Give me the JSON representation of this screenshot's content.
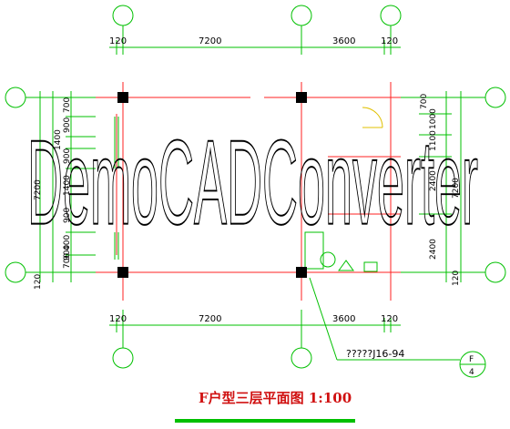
{
  "drawing": {
    "title": "F户型三层平面图  1:100",
    "watermark": "DemoCADConverter",
    "callout_label": "?????J16-94",
    "detail_marker": {
      "top": "F",
      "bottom": "4"
    },
    "top_dims": [
      "120",
      "7200",
      "3600",
      "120"
    ],
    "bottom_dims": [
      "120",
      "7200",
      "3600",
      "120"
    ],
    "left_dims": [
      "700",
      "900",
      "1400",
      "900",
      "7200",
      "1400",
      "900",
      "400",
      "700",
      "900",
      "120"
    ],
    "right_dims": [
      "700",
      "1000",
      "1100",
      "2400",
      "7200",
      "2400",
      "120"
    ],
    "colors": {
      "grid_line": "#00c000",
      "wall_line": "#ff2020",
      "column": "#000000",
      "title": "#d01010",
      "door_swing": "#e0c000"
    }
  }
}
